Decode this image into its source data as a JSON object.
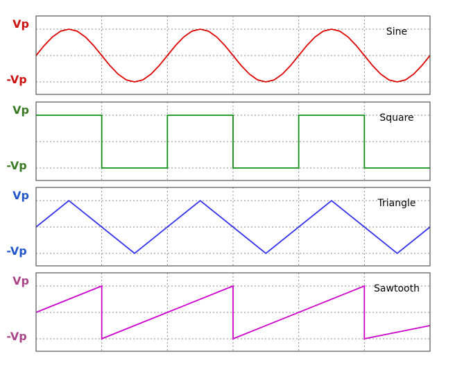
{
  "chart_data": [
    {
      "type": "line",
      "title": "Sine",
      "y_tick_labels": [
        "Vp",
        "-Vp"
      ],
      "color": "#dd0000",
      "label_color": "#cc1111",
      "x_range": [
        0,
        6
      ],
      "ylim": [
        -1,
        1
      ],
      "grid": true,
      "x": [
        0,
        0.125,
        0.25,
        0.375,
        0.5,
        0.625,
        0.75,
        0.875,
        1,
        1.125,
        1.25,
        1.375,
        1.5,
        1.625,
        1.75,
        1.875,
        2,
        2.125,
        2.25,
        2.375,
        2.5,
        2.625,
        2.75,
        2.875,
        3,
        3.125,
        3.25,
        3.375,
        3.5,
        3.625,
        3.75,
        3.875,
        4,
        4.125,
        4.25,
        4.375,
        4.5,
        4.625,
        4.75,
        4.875,
        5,
        5.125,
        5.25,
        5.375,
        5.5,
        5.625,
        5.75,
        5.875,
        6
      ],
      "y": [
        0,
        0.383,
        0.707,
        0.924,
        1,
        0.924,
        0.707,
        0.383,
        0,
        -0.383,
        -0.707,
        -0.924,
        -1,
        -0.924,
        -0.707,
        -0.383,
        0,
        0.383,
        0.707,
        0.924,
        1,
        0.924,
        0.707,
        0.383,
        0,
        -0.383,
        -0.707,
        -0.924,
        -1,
        -0.924,
        -0.707,
        -0.383,
        0,
        0.383,
        0.707,
        0.924,
        1,
        0.924,
        0.707,
        0.383,
        0,
        -0.383,
        -0.707,
        -0.924,
        -1,
        -0.924,
        -0.707,
        -0.383,
        0
      ]
    },
    {
      "type": "line",
      "title": "Square",
      "y_tick_labels": [
        "Vp",
        "-Vp"
      ],
      "color": "#109010",
      "label_color": "#3a7a25",
      "x_range": [
        0,
        6
      ],
      "ylim": [
        -1,
        1
      ],
      "grid": true,
      "x": [
        0,
        1,
        1,
        2,
        2,
        3,
        3,
        4,
        4,
        5,
        5,
        6
      ],
      "y": [
        1,
        1,
        -1,
        -1,
        1,
        1,
        -1,
        -1,
        1,
        1,
        -1,
        -1
      ]
    },
    {
      "type": "line",
      "title": "Triangle",
      "y_tick_labels": [
        "Vp",
        "-Vp"
      ],
      "color": "#3333ee",
      "label_color": "#2255cc",
      "x_range": [
        0,
        6
      ],
      "ylim": [
        -1,
        1
      ],
      "grid": true,
      "x": [
        0,
        0.5,
        1.5,
        2.5,
        3.5,
        4.5,
        5.5,
        6
      ],
      "y": [
        0,
        1,
        -1,
        1,
        -1,
        1,
        -1,
        0
      ]
    },
    {
      "type": "line",
      "title": "Sawtooth",
      "y_tick_labels": [
        "Vp",
        "-Vp"
      ],
      "color": "#cc00cc",
      "label_color": "#aa4488",
      "x_range": [
        0,
        6
      ],
      "ylim": [
        -1,
        1
      ],
      "grid": true,
      "x": [
        0,
        1,
        1,
        3,
        3,
        5,
        5,
        6
      ],
      "y": [
        0,
        1,
        -1,
        1,
        -1,
        1,
        -1,
        -0.5
      ]
    }
  ]
}
